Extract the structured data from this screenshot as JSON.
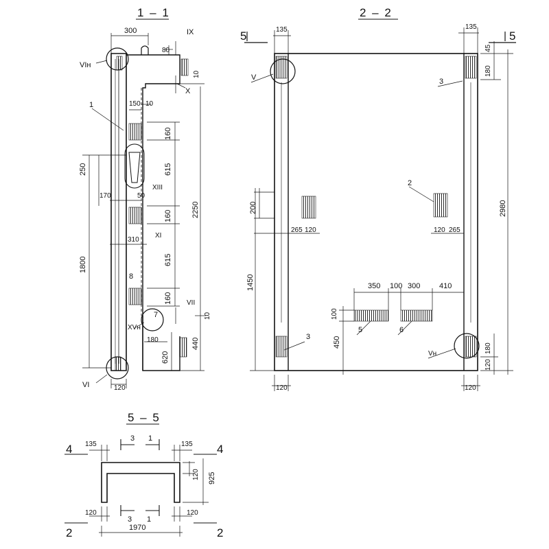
{
  "sections": {
    "s11": {
      "title": "1 – 1"
    },
    "s22": {
      "title": "2 – 2"
    },
    "s55": {
      "title": "5 – 5"
    }
  },
  "dims_11": {
    "w300": "300",
    "d80": "80",
    "d10a": "10",
    "d150": "150",
    "d10b": "10",
    "d160a": "160",
    "d615a": "615",
    "d250": "250",
    "d170": "170",
    "d50": "50",
    "d160b": "160",
    "d2250": "2250",
    "d310": "310",
    "d615b": "615",
    "d1800": "1800",
    "d160c": "160",
    "d10c": "10",
    "d180": "180",
    "d620": "620",
    "d440": "440",
    "d120": "120"
  },
  "labels_11": {
    "IX": "IX",
    "VIn": "VIн",
    "X": "X",
    "n1": "1",
    "XIII": "XIII",
    "XI": "XI",
    "n8": "8",
    "VII": "VII",
    "n7": "7",
    "XVn": "XVн",
    "VI": "VI"
  },
  "dims_22": {
    "t135l": "135",
    "t135r": "135",
    "d45": "45",
    "d180a": "180",
    "d2980": "2980",
    "d200": "200",
    "d265a": "265",
    "d120a": "120",
    "d120b": "120",
    "d265b": "265",
    "d1450": "1450",
    "d350": "350",
    "d100": "100",
    "d300": "300",
    "d410": "410",
    "d100v": "100",
    "d450": "450",
    "d180b": "180",
    "d120c": "120",
    "b120l": "120",
    "b120r": "120"
  },
  "labels_22": {
    "cut5l": "5",
    "cut5r": "5",
    "V": "V",
    "n3a": "3",
    "n2": "2",
    "n3b": "3",
    "n5": "5",
    "n6": "6",
    "Vn": "Vн"
  },
  "dims_55": {
    "t135l": "135",
    "t135r": "135",
    "d120v": "120",
    "d925": "925",
    "b120l": "120",
    "b120r": "120",
    "d1970": "1970"
  },
  "labels_55": {
    "cut4l": "4",
    "cut4r": "4",
    "cut2l": "2",
    "cut2r": "2",
    "c3t": "3",
    "c1t": "1",
    "c3b": "3",
    "c1b": "1"
  }
}
